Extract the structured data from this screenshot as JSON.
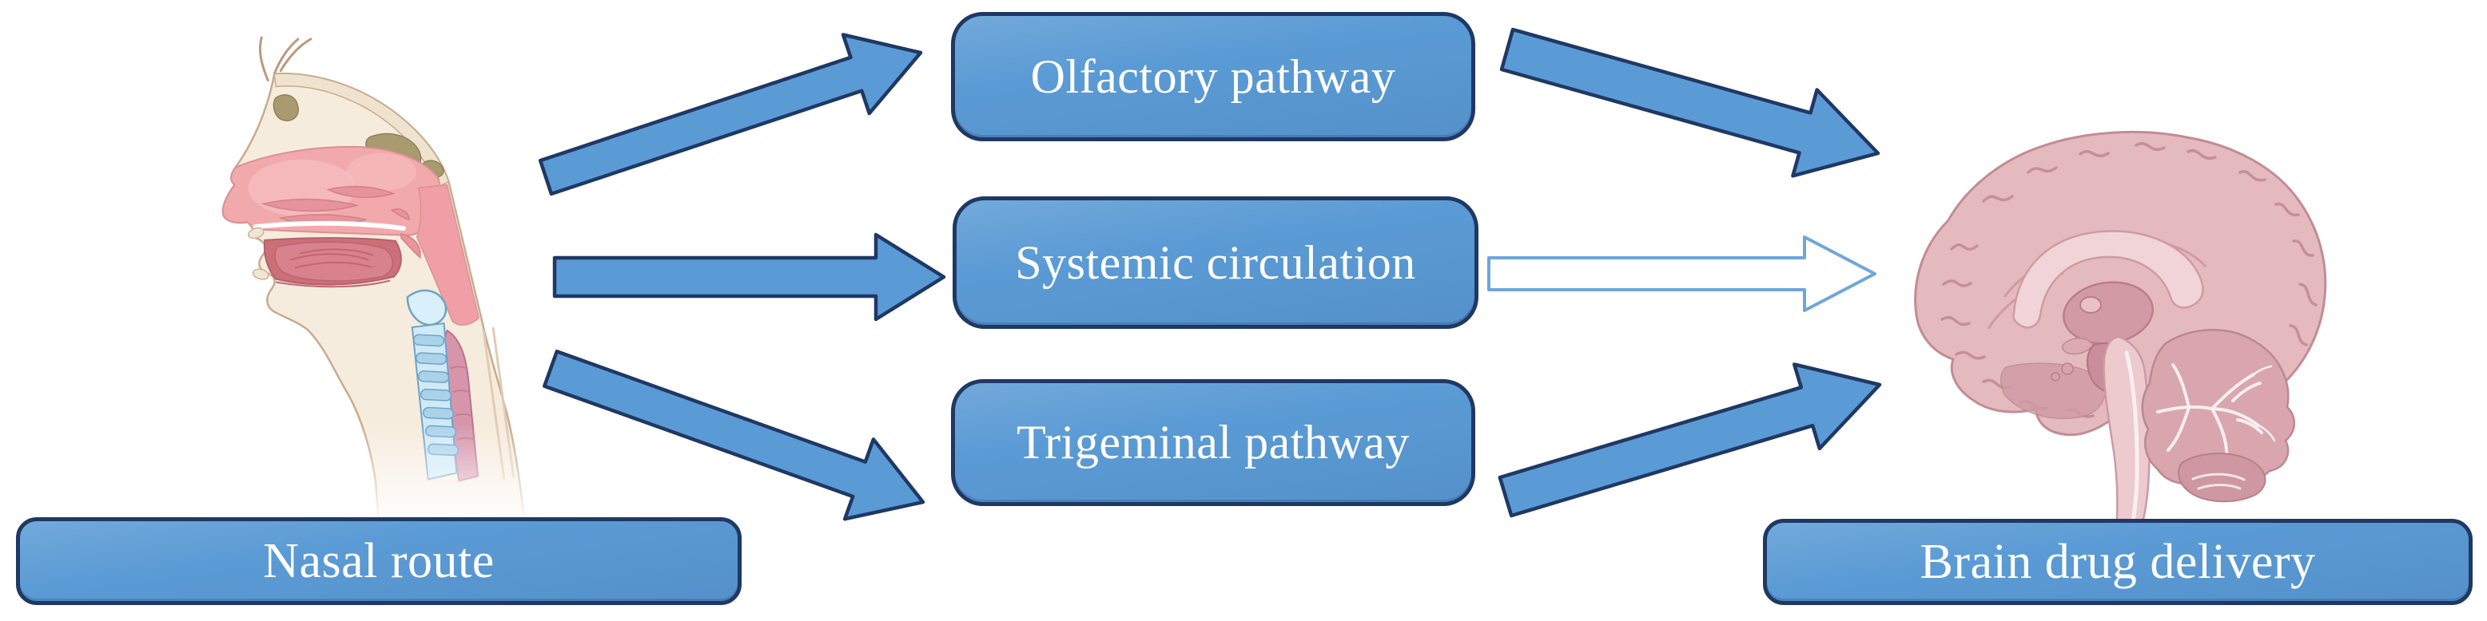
{
  "figure": {
    "description": "Diagram of intranasal drug delivery routes from the nasal cavity to the brain"
  },
  "colors": {
    "background": "#ffffff",
    "box_fill": "#5b9bd5",
    "box_border": "#1f3864",
    "label_text": "#ffffff",
    "arrow_fill": "#5b9bd5",
    "arrow_border": "#1f3864",
    "hollow_arrow_fill": "#ffffff",
    "hollow_arrow_stroke": "#70a6d9"
  },
  "nodes": {
    "nasal_route": {
      "label": "Nasal route"
    },
    "olfactory_pathway": {
      "label": "Olfactory pathway"
    },
    "systemic_circulation": {
      "label": "Systemic circulation"
    },
    "trigeminal_pathway": {
      "label": "Trigeminal pathway"
    },
    "brain_drug_delivery": {
      "label": "Brain drug delivery"
    }
  },
  "arrows": [
    {
      "id": "nasal-to-olfactory",
      "from": "Nasal route",
      "to": "Olfactory pathway",
      "style": "solid"
    },
    {
      "id": "nasal-to-systemic",
      "from": "Nasal route",
      "to": "Systemic circulation",
      "style": "solid"
    },
    {
      "id": "nasal-to-trigeminal",
      "from": "Nasal route",
      "to": "Trigeminal pathway",
      "style": "solid"
    },
    {
      "id": "olfactory-to-brain",
      "from": "Olfactory pathway",
      "to": "Brain drug delivery",
      "style": "solid"
    },
    {
      "id": "systemic-to-brain",
      "from": "Systemic circulation",
      "to": "Brain drug delivery",
      "style": "hollow"
    },
    {
      "id": "trigeminal-to-brain",
      "from": "Trigeminal pathway",
      "to": "Brain drug delivery",
      "style": "solid"
    }
  ],
  "illustrations": {
    "head": {
      "name": "sagittal-head-nasal-cavity-illustration"
    },
    "brain": {
      "name": "sagittal-brain-illustration"
    }
  }
}
